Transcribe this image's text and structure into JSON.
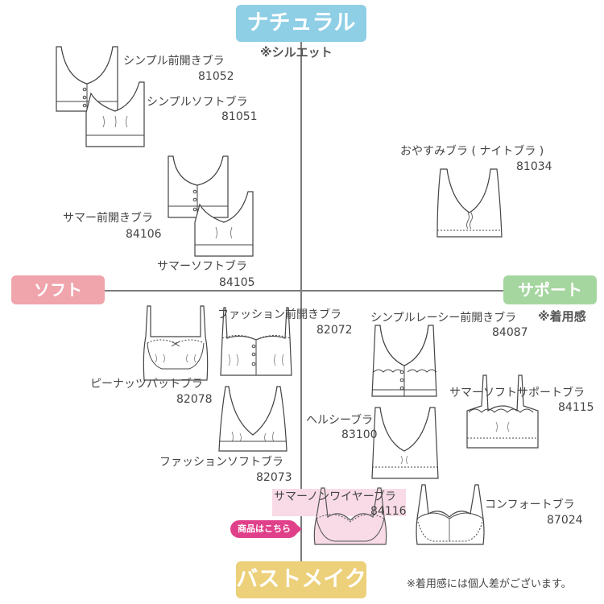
{
  "axes": {
    "top": "ナチュラル",
    "top_note": "※シルエット",
    "left": "ソフト",
    "right": "サポート",
    "right_note": "※着用感",
    "bottom": "バストメイク"
  },
  "colors": {
    "top": "#8ecfe6",
    "left": "#f0a4ac",
    "right": "#a6d6a0",
    "bottom": "#ecd07a",
    "badge": "#e0408a",
    "highlight_fill": "#f8dbe6"
  },
  "products": [
    {
      "name": "シンプル前開きブラ",
      "code": "81052"
    },
    {
      "name": "シンプルソフトブラ",
      "code": "81051"
    },
    {
      "name": "おやすみブラ ( ナイトブラ )",
      "code": "81034"
    },
    {
      "name": "サマー前開きブラ",
      "code": "84106"
    },
    {
      "name": "サマーソフトブラ",
      "code": "84105"
    },
    {
      "name": "ファッション前開きブラ",
      "code": "82072"
    },
    {
      "name": "ピーナッツパットブラ",
      "code": "82078"
    },
    {
      "name": "シンプルレーシー前開きブラ",
      "code": "84087"
    },
    {
      "name": "サマーソフトサポートブラ",
      "code": "84115"
    },
    {
      "name": "ヘルシーブラ",
      "code": "83100"
    },
    {
      "name": "ファッションソフトブラ",
      "code": "82073"
    },
    {
      "name": "サマーノンワイヤーブラ",
      "code": "84116"
    },
    {
      "name": "コンフォートブラ",
      "code": "87024"
    }
  ],
  "badge": "商品はこちら",
  "footnote": "※着用感には個人差がございます。"
}
